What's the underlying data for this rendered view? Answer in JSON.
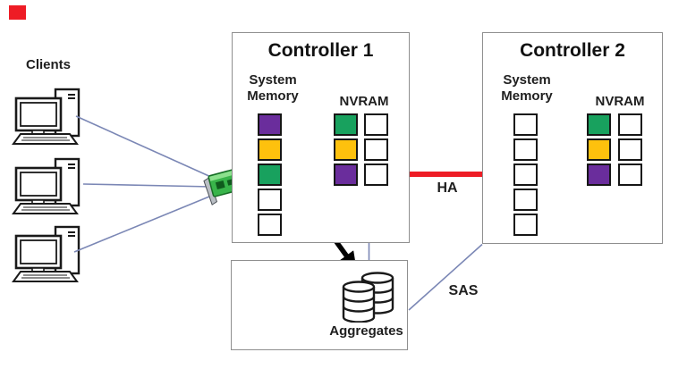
{
  "colors": {
    "purple": "#6a2d9c",
    "gold": "#fec10d",
    "green": "#18a15e",
    "white": "#ffffff",
    "ha_red": "#ee1c25",
    "line_blue": "#7b87b5",
    "black": "#111111"
  },
  "clients": {
    "label": "Clients"
  },
  "controller1": {
    "title": "Controller 1",
    "system_memory_label": "System Memory",
    "nvram_label": "NVRAM",
    "system_memory_cells": [
      "purple",
      "gold",
      "green",
      "white",
      "white"
    ],
    "nvram_col1": [
      "green",
      "gold",
      "purple"
    ],
    "nvram_col2": [
      "white",
      "white",
      "white"
    ]
  },
  "controller2": {
    "title": "Controller 2",
    "system_memory_label": "System Memory",
    "nvram_label": "NVRAM",
    "system_memory_cells": [
      "white",
      "white",
      "white",
      "white",
      "white"
    ],
    "nvram_col1": [
      "green",
      "gold",
      "purple"
    ],
    "nvram_col2": [
      "white",
      "white",
      "white"
    ]
  },
  "aggregates": {
    "label": "Aggregates"
  },
  "links": {
    "ha": "HA",
    "sas": "SAS"
  }
}
